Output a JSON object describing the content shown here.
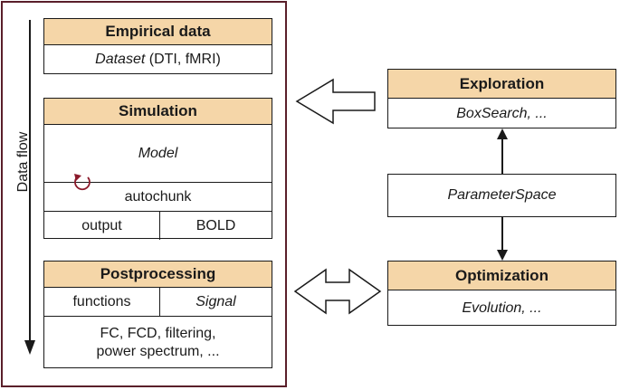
{
  "flow": {
    "label": "Data flow"
  },
  "empirical": {
    "title": "Empirical data",
    "dataset_italic": "Dataset",
    "dataset_rest": " (DTI, fMRI)"
  },
  "simulation": {
    "title": "Simulation",
    "model": "Model",
    "autochunk": "autochunk",
    "output": "output",
    "bold": "BOLD"
  },
  "postprocessing": {
    "title": "Postprocessing",
    "functions": "functions",
    "signal": "Signal",
    "methods_line1": "FC, FCD, filtering,",
    "methods_line2": "power spectrum, ..."
  },
  "exploration": {
    "title": "Exploration",
    "method": "BoxSearch, ..."
  },
  "parameter_space": {
    "label": "ParameterSpace"
  },
  "optimization": {
    "title": "Optimization",
    "method": "Evolution, ..."
  },
  "colors": {
    "header_fill": "#f5d6a8",
    "frame_border": "#5a1f2a",
    "loop_icon": "#8b1a2b"
  }
}
